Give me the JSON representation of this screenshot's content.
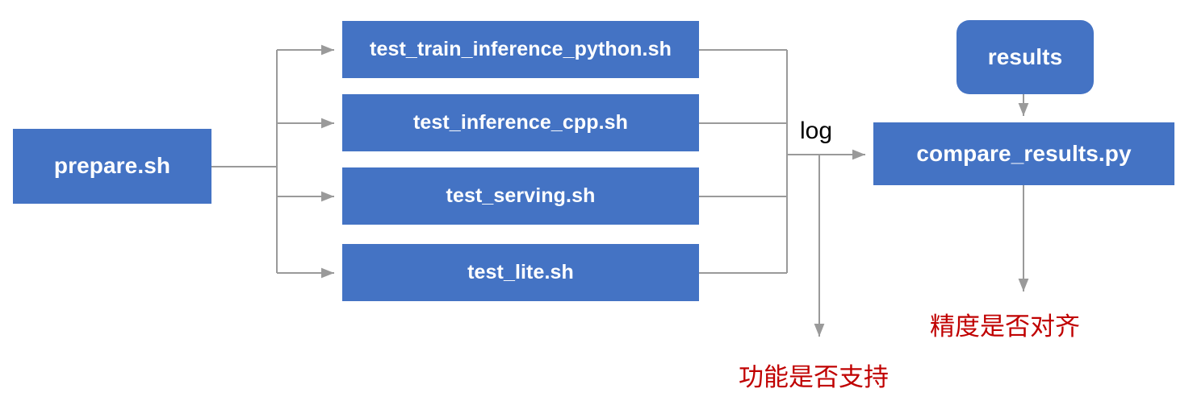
{
  "diagram": {
    "title": "paddle test tipc flow",
    "colors": {
      "node_fill": "#4473c4",
      "node_text": "#ffffff",
      "edge": "#9a9a9a",
      "note_text": "#c00000",
      "background": "#ffffff"
    },
    "nodes": [
      {
        "id": "prepare",
        "label": "prepare.sh",
        "shape": "rect"
      },
      {
        "id": "train_py",
        "label": "test_train_inference_python.sh",
        "shape": "rect"
      },
      {
        "id": "infer_cpp",
        "label": "test_inference_cpp.sh",
        "shape": "rect"
      },
      {
        "id": "serving",
        "label": "test_serving.sh",
        "shape": "rect"
      },
      {
        "id": "lite",
        "label": "test_lite.sh",
        "shape": "rect"
      },
      {
        "id": "results",
        "label": "results",
        "shape": "rounded-rect"
      },
      {
        "id": "compare",
        "label": "compare_results.py",
        "shape": "rect"
      }
    ],
    "edge_labels": [
      {
        "id": "log",
        "label": "log"
      }
    ],
    "notes": [
      {
        "id": "function_supported",
        "label": "功能是否支持"
      },
      {
        "id": "precision_aligned",
        "label": "精度是否对齐"
      }
    ]
  }
}
